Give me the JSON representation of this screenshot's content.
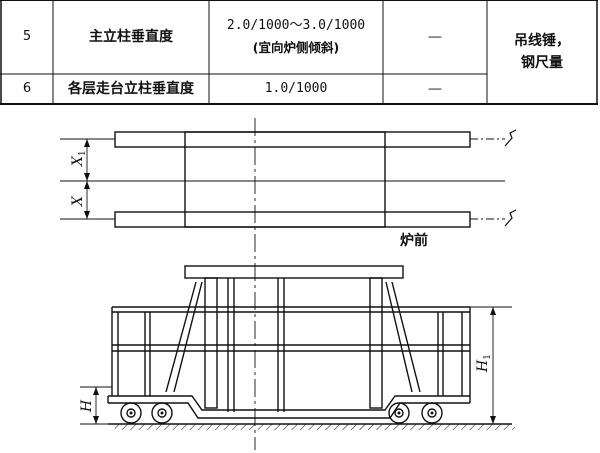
{
  "table": {
    "rows": [
      {
        "no": "5",
        "item": "主立柱垂直度",
        "value_line1": "2.0/1000～3.0/1000",
        "value_line2": "(宜向炉侧倾斜)",
        "dash": "—"
      },
      {
        "no": "6",
        "item": "各层走台立柱垂直度",
        "value_line1": "1.0/1000",
        "dash": "—"
      }
    ],
    "method_line1": "吊线锤，",
    "method_line2": "钢尺量"
  },
  "figure": {
    "label_x1": "X",
    "label_x1_sub": "1",
    "label_x": "X",
    "label_front": "炉前",
    "label_h1": "H",
    "label_h1_sub": "1",
    "label_h": "H"
  }
}
